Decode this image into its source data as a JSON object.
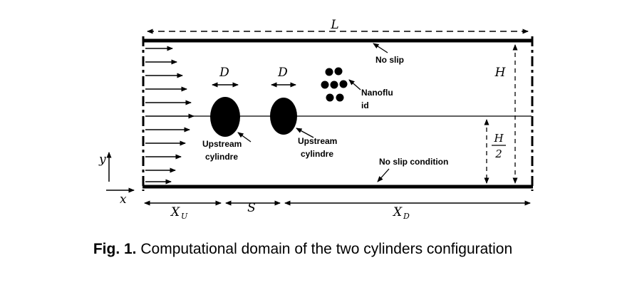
{
  "caption": {
    "label": "Fig. 1.",
    "text": "Computational domain of the two cylinders configuration"
  },
  "dimensions": {
    "length": "L",
    "height": "H",
    "half_height_numerator": "H",
    "half_height_denominator": "2",
    "diameter_upstream": "D",
    "diameter_downstream": "D",
    "x_upstream_base": "X",
    "x_upstream_sub": "U",
    "spacing": "S",
    "x_downstream_base": "X",
    "x_downstream_sub": "D"
  },
  "annotations": {
    "no_slip_top": "No slip",
    "no_slip_bottom": "No slip condition",
    "nanofluid_line1": "Nanoflu",
    "nanofluid_line2": "id",
    "cylinder1_line1": "Upstream",
    "cylinder1_line2": "cylindre",
    "cylinder2_line1": "Upstream",
    "cylinder2_line2": "cylindre"
  },
  "axes": {
    "x_label": "x",
    "y_label": "y"
  }
}
